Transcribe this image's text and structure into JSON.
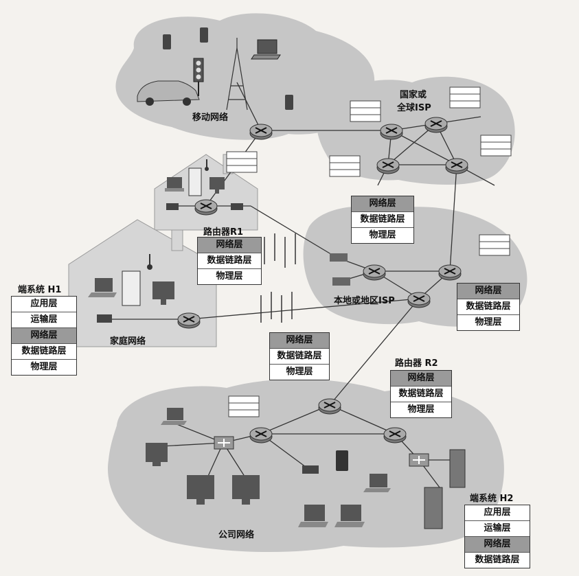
{
  "labels": {
    "mobile_network": "移动网络",
    "national_isp_line1": "国家或",
    "national_isp_line2": "全球ISP",
    "home_network": "家庭网络",
    "regional_isp": "本地或地区ISP",
    "enterprise_network": "公司网络"
  },
  "host_h1": {
    "title": "端系统 H1",
    "layers": [
      "应用层",
      "运输层",
      "网络层",
      "数据链路层",
      "物理层"
    ]
  },
  "host_h2": {
    "title": "端系统 H2",
    "layers": [
      "应用层",
      "运输层",
      "网络层",
      "数据链路层"
    ]
  },
  "router_r1": {
    "title": "路由器R1",
    "layers": [
      "网络层",
      "数据链路层",
      "物理层"
    ]
  },
  "router_r2": {
    "title": "路由器 R2",
    "layers": [
      "网络层",
      "数据链路层",
      "物理层"
    ]
  },
  "stack_isp_top": {
    "layers": [
      "网络层",
      "数据链路层",
      "物理层"
    ]
  },
  "stack_isp_right": {
    "layers": [
      "网络层",
      "数据链路层",
      "物理层"
    ]
  },
  "stack_link_home": {
    "layers": [
      "网络层",
      "数据链路层",
      "物理层"
    ]
  },
  "colors": {
    "cloud": "#c4c4c4",
    "house": "#d6d6d6",
    "line": "#333333",
    "highlight": "#9a9a9a"
  }
}
